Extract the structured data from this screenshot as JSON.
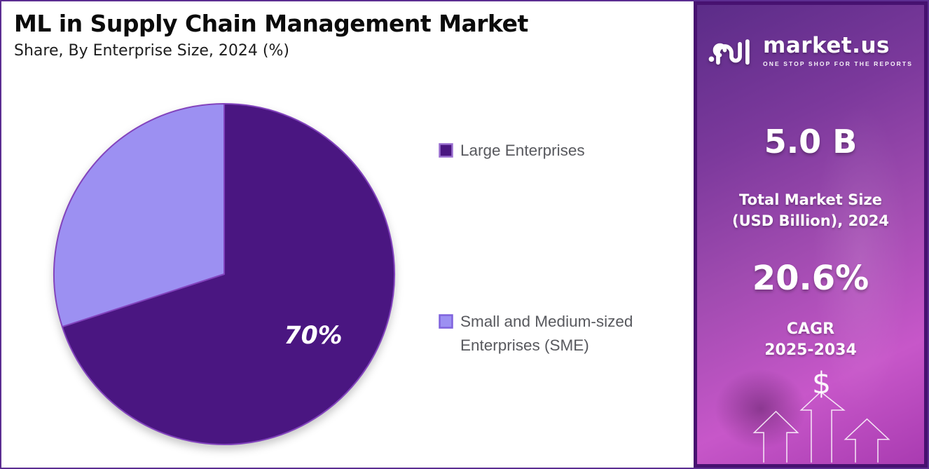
{
  "header": {
    "title": "ML in Supply Chain Management Market",
    "subtitle": "Share, By Enterprise Size, 2024 (%)"
  },
  "chart_data": {
    "type": "pie",
    "title": "ML in Supply Chain Management Market Share, By Enterprise Size, 2024 (%)",
    "unit": "%",
    "start_angle_deg": 0,
    "direction": "clockwise",
    "legend_position": "right",
    "slices": [
      {
        "label": "Large Enterprises",
        "value": 70,
        "color": "#4A1681",
        "data_label": "70%"
      },
      {
        "label": "Small and Medium-sized Enterprises (SME)",
        "value": 30,
        "color": "#9C90F2",
        "data_label": ""
      }
    ],
    "data_label_color": "#FFFFFF",
    "slice_border_color": "#8243BD"
  },
  "legend": {
    "items": [
      {
        "lines": [
          "Large Enterprises"
        ],
        "marker_fill": "#4A1681",
        "marker_border": "#9A6FD0"
      },
      {
        "lines": [
          "Small and Medium-sized",
          "Enterprises (SME)"
        ],
        "marker_fill": "#9C90F2",
        "marker_border": "#7F62DD"
      }
    ]
  },
  "sidebar": {
    "brand": {
      "name": "market.us",
      "tagline": "ONE STOP SHOP FOR THE REPORTS"
    },
    "stats": [
      {
        "value": "5.0 B",
        "label_lines": [
          "Total Market Size",
          "(USD Billion), 2024"
        ]
      },
      {
        "value": "20.6%",
        "label_lines": [
          "CAGR",
          "2025-2034"
        ]
      }
    ],
    "dollar_symbol": "$",
    "colors": {
      "gradient_top": "#5B2C88",
      "gradient_mid": "#A04BB0",
      "gradient_bottom": "#A93BB1",
      "frame": "#471170"
    }
  },
  "frame": {
    "border_color": "#5C2D91",
    "background": "#FFFFFF"
  }
}
